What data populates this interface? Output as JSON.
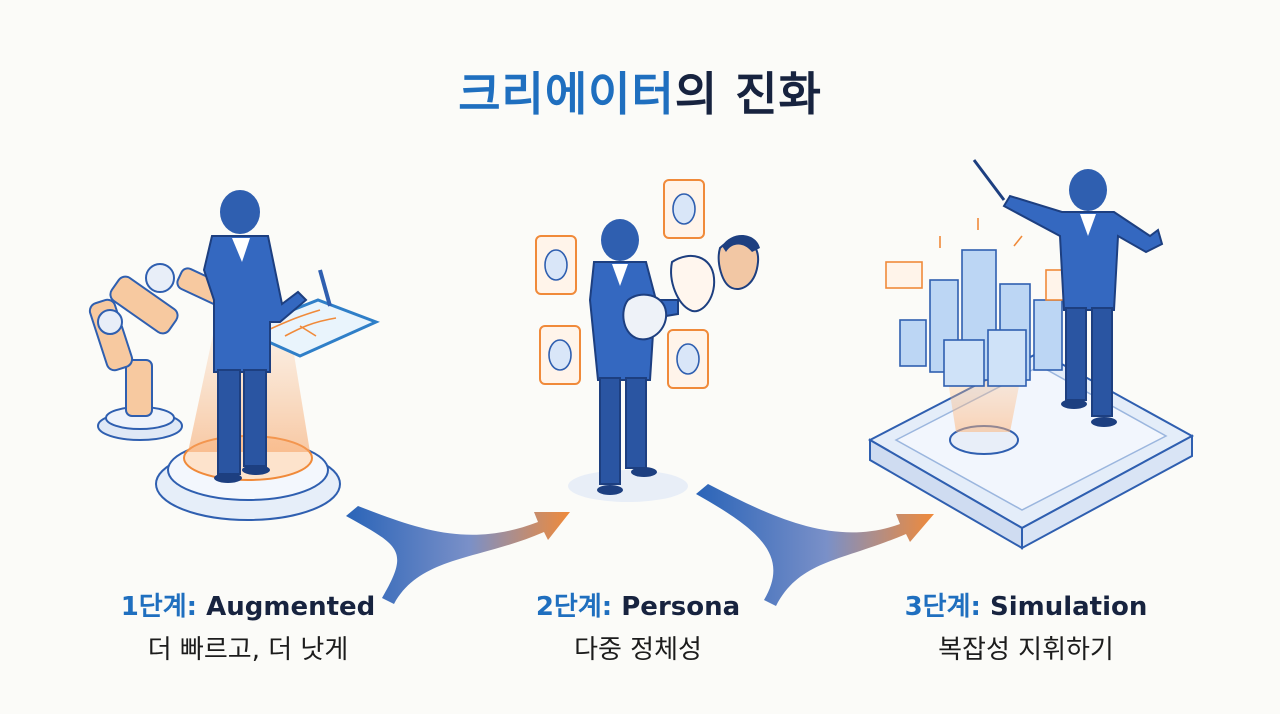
{
  "title": {
    "highlight": "크리에이터",
    "rest": "의 진화"
  },
  "stages": [
    {
      "step": "1단계:",
      "name": "Augmented",
      "desc": "더 빠르고, 더 낫게"
    },
    {
      "step": "2단계:",
      "name": "Persona",
      "desc": "다중 정체성"
    },
    {
      "step": "3단계:",
      "name": "Simulation",
      "desc": "복잡성 지휘하기"
    }
  ],
  "colors": {
    "accent": "#1f6fbf",
    "orange": "#f08a3a",
    "navy": "#17233f",
    "figure": "#2f5fb0"
  }
}
